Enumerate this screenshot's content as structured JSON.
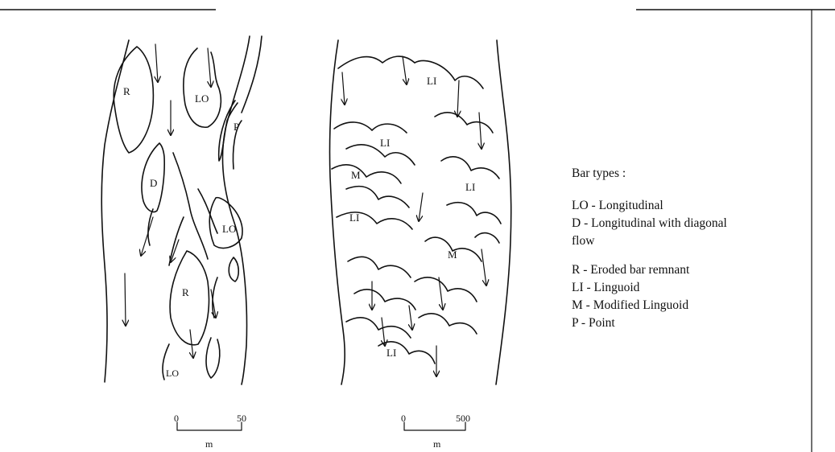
{
  "bar_labels": {
    "R": "R",
    "LO": "LO",
    "D": "D",
    "P": "P",
    "LI": "LI",
    "M": "M"
  },
  "legend": {
    "title": "Bar types :",
    "items": [
      "LO - Longitudinal",
      "D - Longitudinal with diagonal",
      "flow",
      "R - Eroded bar remnant",
      "LI - Linguoid",
      "M - Modified Linguoid",
      "P - Point"
    ]
  },
  "scale_bars": {
    "left": {
      "start": "0",
      "end": "50",
      "unit": "m"
    },
    "right": {
      "start": "0",
      "end": "500",
      "unit": "m"
    }
  }
}
